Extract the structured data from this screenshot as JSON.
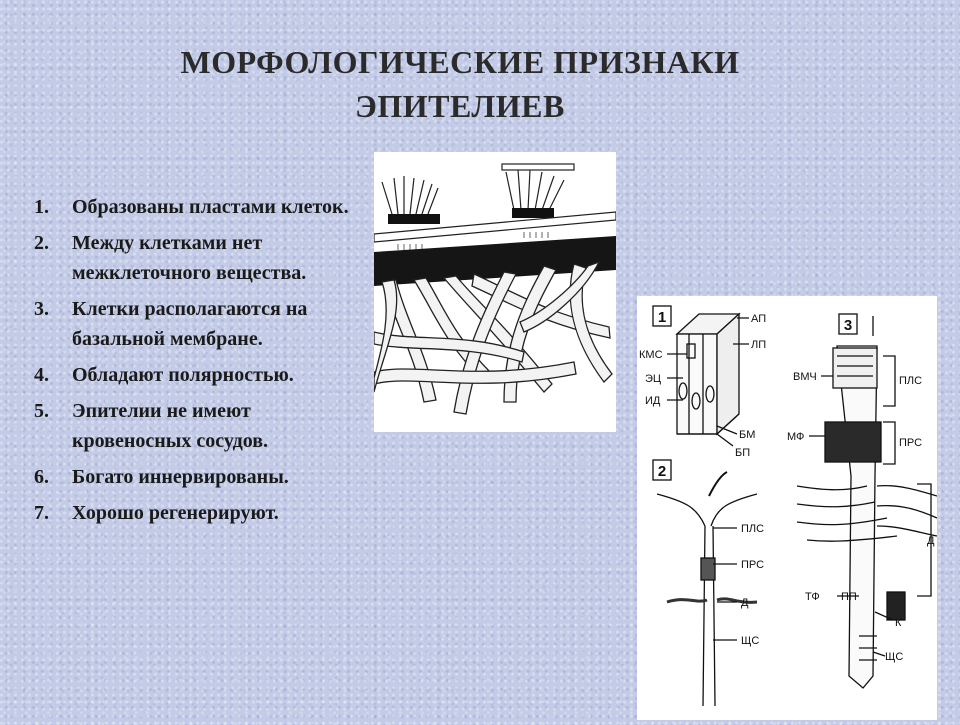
{
  "title": {
    "line1": "МОРФОЛОГИЧЕСКИЕ ПРИЗНАКИ",
    "line2": "ЭПИТЕЛИЕВ"
  },
  "items": [
    {
      "num": "1.",
      "text": "Образованы пластами клеток."
    },
    {
      "num": "2.",
      "text": "Между клетками нет межклеточного вещества."
    },
    {
      "num": "3.",
      "text": "Клетки располагаются на базальной мембране."
    },
    {
      "num": "4.",
      "text": "Обладают полярностью."
    },
    {
      "num": "5.",
      "text": "Эпителии не имеют кровеносных сосудов."
    },
    {
      "num": "6.",
      "text": "Богато иннервированы."
    },
    {
      "num": "7.",
      "text": "Хорошо регенерируют."
    }
  ],
  "figure2": {
    "panel_numbers": [
      "1",
      "2",
      "3"
    ],
    "labels": {
      "ap": "АП",
      "lp": "ЛП",
      "kms": "КМС",
      "ec": "ЭЦ",
      "id": "ИД",
      "bm": "БМ",
      "bp": "БП",
      "pls2": "ПЛС",
      "prs2": "ПРС",
      "d2": "Д",
      "shs2": "ЩС",
      "vmch": "ВМЧ",
      "mf": "МФ",
      "pls3": "ПЛС",
      "prs3": "ПРС",
      "d3": "Д",
      "tf": "ТФ",
      "pp": "ПП",
      "k": "К",
      "shs3": "ЩС"
    }
  }
}
